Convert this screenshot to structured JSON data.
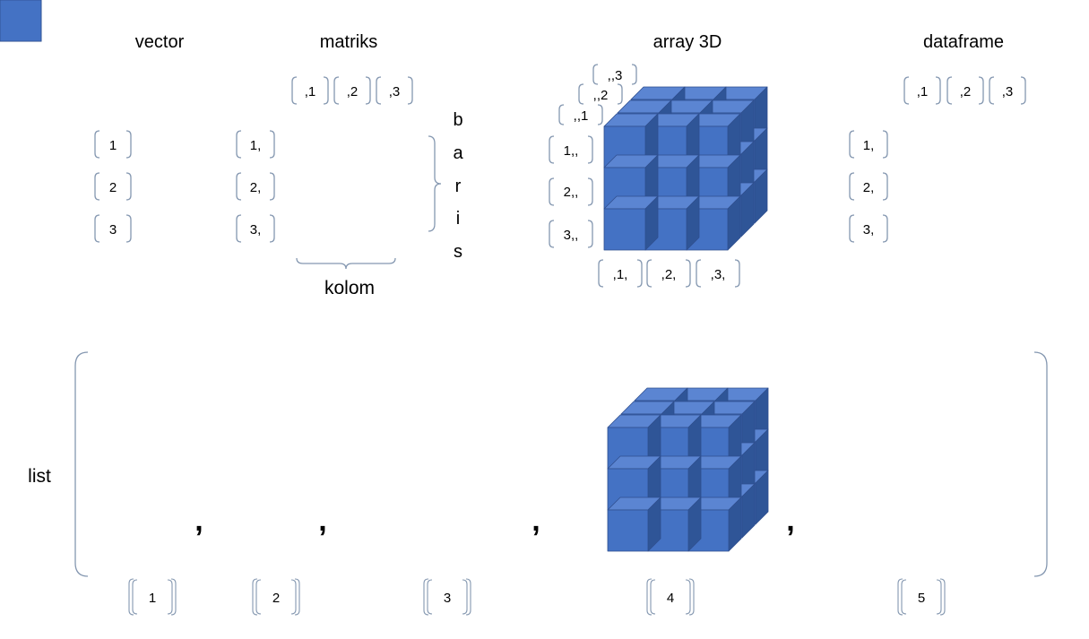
{
  "titles": {
    "vector": "vector",
    "matriks": "matriks",
    "array3d": "array 3D",
    "dataframe": "dataframe",
    "list": "list",
    "kolom": "kolom",
    "baris": [
      "b",
      "a",
      "r",
      "i",
      "s"
    ]
  },
  "vector": {
    "row_index": [
      "1",
      "2",
      "3"
    ]
  },
  "matriks": {
    "col_index": [
      ",1",
      ",2",
      ",3"
    ],
    "row_index": [
      "1,",
      "2,",
      "3,"
    ]
  },
  "array3d": {
    "layer_index": [
      ",,1",
      ",,2",
      ",,3"
    ],
    "row_index": [
      "1,,",
      "2,,",
      "3,,"
    ],
    "col_index": [
      ",1,",
      ",2,",
      ",3,"
    ]
  },
  "dataframe": {
    "col_index": [
      ",1",
      ",2",
      ",3"
    ],
    "row_index": [
      "1,",
      "2,",
      "3,"
    ]
  },
  "list": {
    "element_index": [
      "1",
      "2",
      "3",
      "4",
      "5"
    ],
    "separators": [
      ",",
      ",",
      ",",
      ","
    ]
  },
  "colors": {
    "blue_front": "#4472c4",
    "blue_top": "#5b85d2",
    "blue_side": "#2f5597",
    "green_front": "#70ad47",
    "green_top": "#86bd5e",
    "green_side": "#548235",
    "yellow_front": "#ffc000",
    "yellow_top": "#ffcf40",
    "yellow_side": "#bf9000",
    "edge": "#2f4f8f",
    "bracket": "#8497b0"
  }
}
